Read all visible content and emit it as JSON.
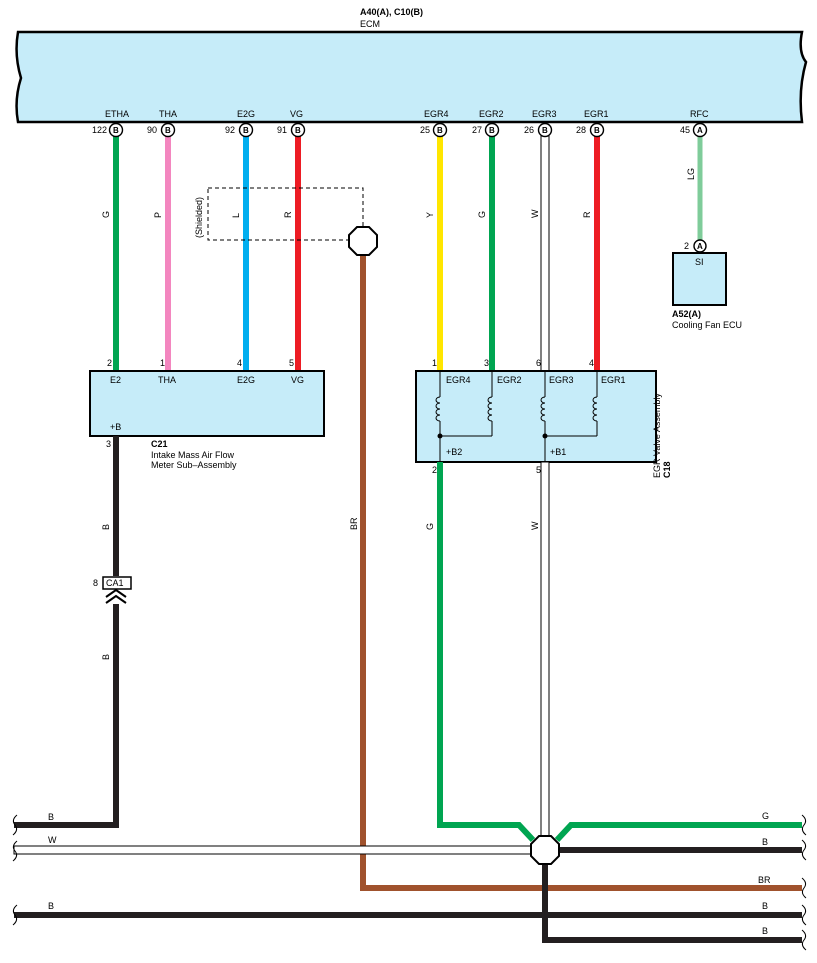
{
  "ecm": {
    "ref": "A40(A), C10(B)",
    "name": "ECM"
  },
  "ecm_pins": [
    {
      "label": "ETHA",
      "num": "122",
      "conn": "B",
      "wire": "G",
      "color": "#00a551"
    },
    {
      "label": "THA",
      "num": "90",
      "conn": "B",
      "wire": "P",
      "color": "#f386bf"
    },
    {
      "label": "E2G",
      "num": "92",
      "conn": "B",
      "wire": "L",
      "color": "#00aeef"
    },
    {
      "label": "VG",
      "num": "91",
      "conn": "B",
      "wire": "R",
      "color": "#ed1c24"
    },
    {
      "label": "EGR4",
      "num": "25",
      "conn": "B",
      "wire": "Y",
      "color": "#ffe600"
    },
    {
      "label": "EGR2",
      "num": "27",
      "conn": "B",
      "wire": "G",
      "color": "#00a551"
    },
    {
      "label": "EGR3",
      "num": "26",
      "conn": "B",
      "wire": "W",
      "color": "#ffffff"
    },
    {
      "label": "EGR1",
      "num": "28",
      "conn": "B",
      "wire": "R",
      "color": "#ed1c24"
    },
    {
      "label": "RFC",
      "num": "45",
      "conn": "A",
      "wire": "LG",
      "color": "#7fcc9a"
    }
  ],
  "shielded": "(Shielded)",
  "maf": {
    "ref": "C21",
    "name_line1": "Intake Mass Air Flow",
    "name_line2": "Meter Sub–Assembly",
    "pins": [
      {
        "label": "E2",
        "num": "2"
      },
      {
        "label": "THA",
        "num": "1"
      },
      {
        "label": "E2G",
        "num": "4"
      },
      {
        "label": "VG",
        "num": "5"
      }
    ],
    "plus_b": "+B",
    "plus_b_num": "3"
  },
  "egr": {
    "ref": "C18",
    "name": "EGR Valve Assembly",
    "pins": [
      {
        "label": "EGR4",
        "num": "1"
      },
      {
        "label": "EGR2",
        "num": "3"
      },
      {
        "label": "EGR3",
        "num": "6"
      },
      {
        "label": "EGR1",
        "num": "4"
      }
    ],
    "b2": "+B2",
    "b1": "+B1",
    "b2_num": "2",
    "b1_num": "5"
  },
  "fan": {
    "ref": "A52(A)",
    "name": "Cooling Fan ECU",
    "pin_label": "SI",
    "pin_num": "2",
    "pin_conn": "A"
  },
  "connector_ca1": {
    "label": "CA1",
    "num": "8"
  },
  "wire_labels": {
    "maf_b_upper": "B",
    "maf_b_lower": "B",
    "shield_br": "BR",
    "egr_b2_g": "G",
    "egr_b1_w": "W"
  },
  "bus_labels": {
    "left_b": "B",
    "left_w": "W",
    "left_bottom_b": "B",
    "right_g": "G",
    "right_b1": "B",
    "right_br": "BR",
    "right_b2": "B",
    "right_b3": "B"
  },
  "colors": {
    "ecm_fill": "#c6ecf9",
    "component_fill": "#c6ecf9",
    "black_wire": "#231f20",
    "brown_wire": "#a0522d",
    "green_wire": "#00a551"
  }
}
